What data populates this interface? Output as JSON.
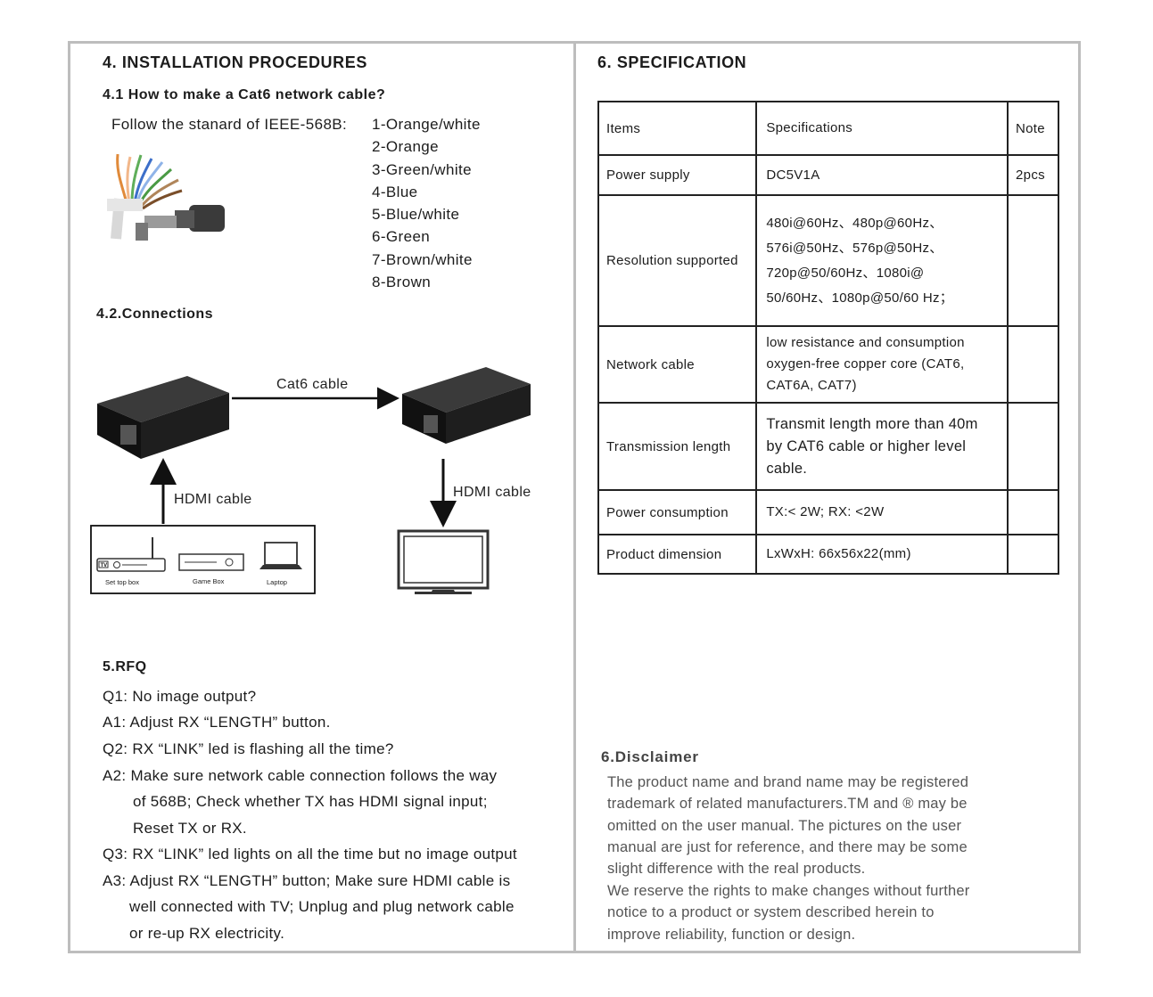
{
  "install": {
    "title": "4. INSTALLATION PROCEDURES",
    "sub1": "4.1 How to make a Cat6 network cable?",
    "follow": "Follow the stanard of IEEE-568B:",
    "wiring": [
      "1-Orange/white",
      "2-Orange",
      "3-Green/white",
      "4-Blue",
      "5-Blue/white",
      "6-Green",
      "7-Brown/white",
      "8-Brown"
    ],
    "sub2": "4.2.Connections",
    "cat6_label": "Cat6 cable",
    "hdmi_left": "HDMI cable",
    "hdmi_right": "HDMI cable",
    "sources": [
      "Set top box",
      "Game Box",
      "Laptop"
    ],
    "stb_tag": "TV"
  },
  "rfq": {
    "title": "5.RFQ",
    "lines": [
      "Q1: No image output?",
      "A1: Adjust RX “LENGTH” button.",
      "Q2: RX “LINK” led is flashing all the time?",
      "A2: Make sure network cable connection follows the way",
      "of 568B; Check whether TX has HDMI signal input;",
      "Reset TX or RX.",
      "Q3: RX “LINK” led lights on all the time but no image output",
      "A3: Adjust RX “LENGTH” button; Make sure HDMI cable is",
      "well connected with TV; Unplug and plug network cable",
      "or re-up RX electricity."
    ]
  },
  "spec": {
    "title": "6. SPECIFICATION",
    "headers": [
      "Items",
      "Specifications",
      "Note"
    ],
    "rows": [
      {
        "item": "Power supply",
        "spec": [
          "DC5V1A"
        ],
        "note": "2pcs"
      },
      {
        "item": "Resolution supported",
        "spec": [
          "480i@60Hz、480p@60Hz、",
          "576i@50Hz、576p@50Hz、",
          "720p@50/60Hz、1080i@",
          "50/60Hz、1080p@50/60 Hz；"
        ],
        "note": ""
      },
      {
        "item": "Network cable",
        "spec": [
          "low resistance and consumption",
          "oxygen-free copper core (CAT6,",
          "CAT6A, CAT7)"
        ],
        "note": ""
      },
      {
        "item": "Transmission  length",
        "spec": [
          "Transmit length more than 40m",
          "by CAT6 cable or higher level",
          "cable."
        ],
        "note": ""
      },
      {
        "item": "Power consumption",
        "spec": [
          "TX:< 2W; RX: <2W"
        ],
        "note": ""
      },
      {
        "item": "Product dimension",
        "spec": [
          "LxWxH: 66x56x22(mm)"
        ],
        "note": ""
      }
    ]
  },
  "disclaimer": {
    "title": "6.Disclaimer",
    "lines": [
      "The product name and brand name may be registered",
      "trademark of related manufacturers.TM and ® may be",
      "omitted on the user manual. The pictures on the user",
      "manual are just for reference, and there may be some",
      "slight difference with the real products.",
      "We reserve the rights to make changes without further",
      "notice to a product or system described herein to",
      "improve reliability, function or design."
    ]
  }
}
